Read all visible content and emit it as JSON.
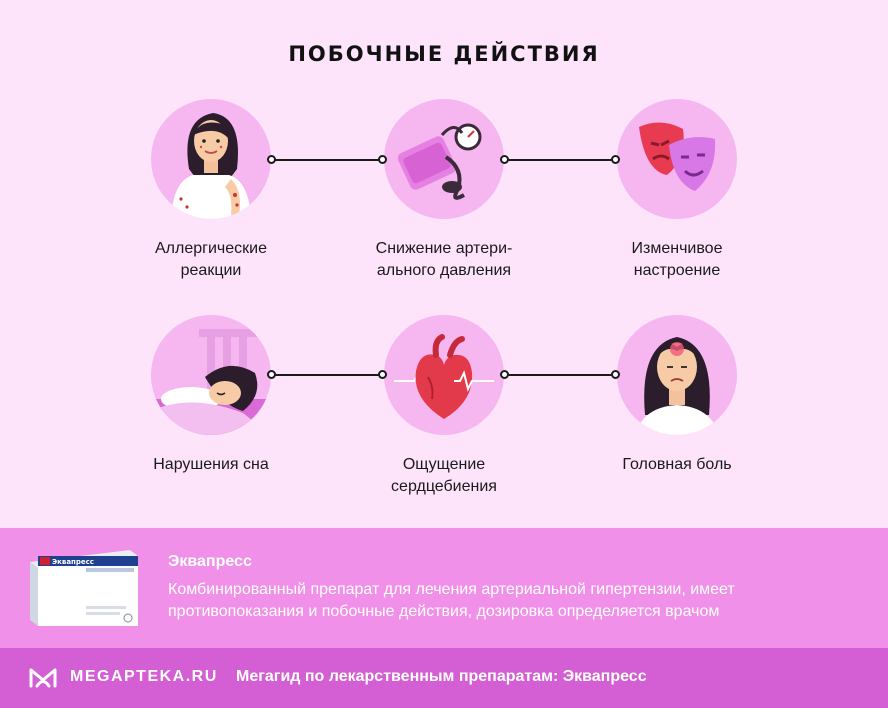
{
  "title": "ПОБОЧНЫЕ ДЕЙСТВИЯ",
  "items": [
    {
      "icon": "allergy-woman-icon",
      "lines": [
        "Аллергические",
        "реакции"
      ]
    },
    {
      "icon": "blood-pressure-monitor-icon",
      "lines": [
        "Снижение артери-",
        "ального давления"
      ]
    },
    {
      "icon": "theater-masks-icon",
      "lines": [
        "Изменчивое",
        "настроение"
      ]
    },
    {
      "icon": "sleeping-person-icon",
      "lines": [
        "Нарушения сна"
      ]
    },
    {
      "icon": "heart-heartbeat-icon",
      "lines": [
        "Ощущение",
        "сердцебиения"
      ]
    },
    {
      "icon": "headache-woman-icon",
      "lines": [
        "Головная боль"
      ]
    }
  ],
  "product": {
    "name": "Эквапресс",
    "box_label": "Эквапресс",
    "description_lines": [
      "Комбинированный препарат для лечения артериальной гипертензии, имеет",
      "противопоказания и побочные действия, дозировка определяется врачом"
    ]
  },
  "footer": {
    "brand": "MEGAPTEKA.RU",
    "text": "Мегагид по лекарственным препаратам: Эквапресс"
  },
  "colors": {
    "background": "#fde4fb",
    "circle": "#f6b7f1",
    "promo_band": "#f090e8",
    "footer_band": "#d45fd4"
  }
}
